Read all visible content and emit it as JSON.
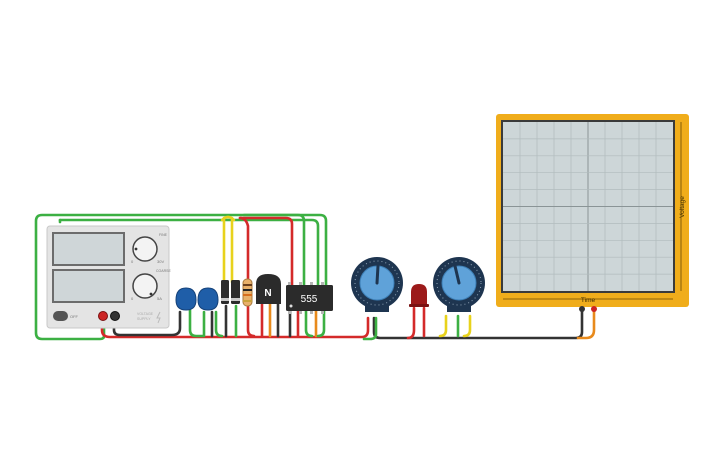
{
  "workspace": {
    "background": "#ffffff"
  },
  "power_supply": {
    "switch_label": "OFF",
    "fine_label": "FINE",
    "coarse_label": "COARSE",
    "voltage_label": "30V",
    "current_label": "5A",
    "zero_label": "0",
    "brand_line1": "VOLTAGE",
    "brand_line2": "SUPPLY"
  },
  "transistor": {
    "label": "N"
  },
  "timer_ic": {
    "label": "555"
  },
  "oscilloscope": {
    "x_axis_label": "Time",
    "y_axis_label": "Voltage",
    "frame_color": "#f0ad1b",
    "screen_color": "#cdd6d8"
  },
  "colors": {
    "wire_green": "#3cb043",
    "wire_red": "#d42a2a",
    "wire_black": "#333333",
    "wire_yellow": "#e8d21c",
    "wire_orange": "#e88a1c",
    "capacitor_blue": "#1f5ea8",
    "led_red": "#9c1a1a",
    "knob_blue": "#5fa2d9"
  }
}
